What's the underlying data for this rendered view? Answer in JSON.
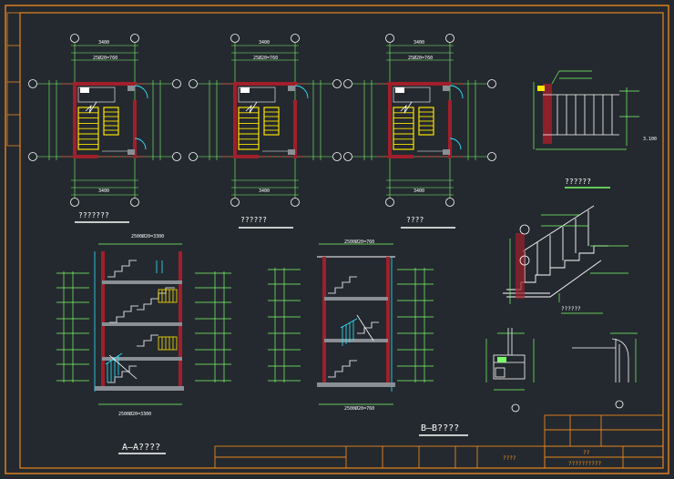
{
  "colors": {
    "background": "#24292f",
    "frame": "#e8851c",
    "wall": "#a01f2a",
    "stair": "#ffe600",
    "dimension": "#7dff6a",
    "axis": "#ff3030",
    "door": "#2ee6ff",
    "text": "#ffffff"
  },
  "plans": [
    {
      "caption": "???????",
      "dim_top": "3400",
      "dim_bottom": "3400",
      "dim_sub": "25Ø20=760"
    },
    {
      "caption": "??????",
      "dim_top": "3400",
      "dim_bottom": "3400",
      "dim_sub": "25Ø20=760"
    },
    {
      "caption": "????",
      "dim_top": "3400",
      "dim_bottom": "3400",
      "dim_sub": "25Ø20=760"
    }
  ],
  "sections": {
    "a_a_caption": "A—A????",
    "b_b_caption": "B—B????",
    "a_a_top_dim": "2500Ø20=3300",
    "b_b_top_dim": "2500Ø20=760",
    "a_a_bottom_dim": "2500Ø20=3300",
    "b_b_bottom_dim": "2500Ø20=760"
  },
  "details": {
    "railing_caption": "??????",
    "railing_dim": "3.100",
    "detail_caption": "??????"
  },
  "title_block": {
    "drawing_name": "????",
    "drawing_no": "??",
    "project": "??????????"
  }
}
